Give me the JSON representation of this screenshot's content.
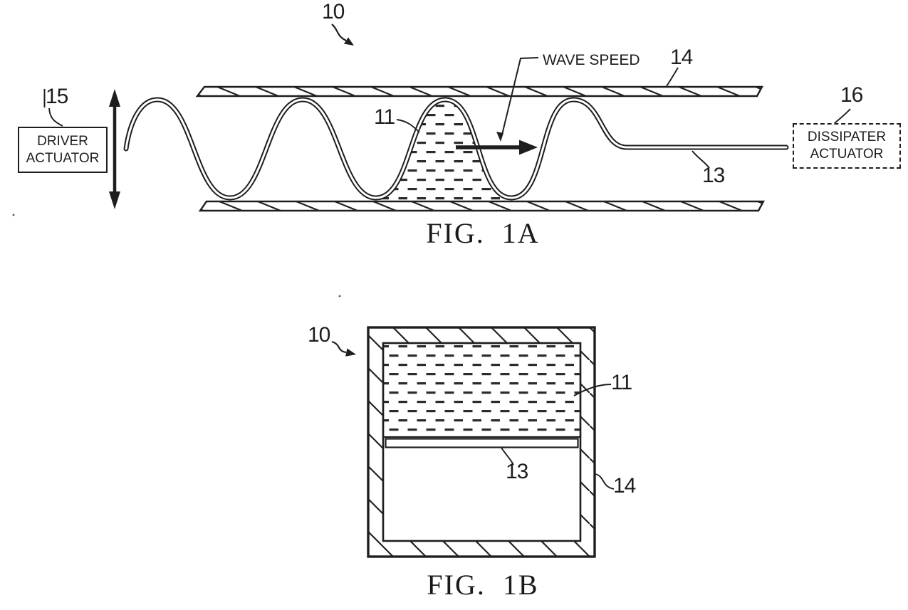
{
  "figure_1a": {
    "ref_assembly": "10",
    "ref_fluid": "11",
    "ref_membrane": "13",
    "ref_plate": "14",
    "ref_driver": "15",
    "ref_dissipater": "16",
    "wave_speed_label": "WAVE SPEED",
    "driver_actuator_line1": "DRIVER",
    "driver_actuator_line2": "ACTUATOR",
    "dissipater_actuator_line1": "DISSIPATER",
    "dissipater_actuator_line2": "ACTUATOR",
    "caption": "FIG. 1A"
  },
  "figure_1b": {
    "ref_assembly": "10",
    "ref_fluid": "11",
    "ref_membrane": "13",
    "ref_enclosure": "14",
    "caption": "FIG. 1B"
  },
  "colors": {
    "ink": "#1e1e1e",
    "background": "#ffffff"
  }
}
